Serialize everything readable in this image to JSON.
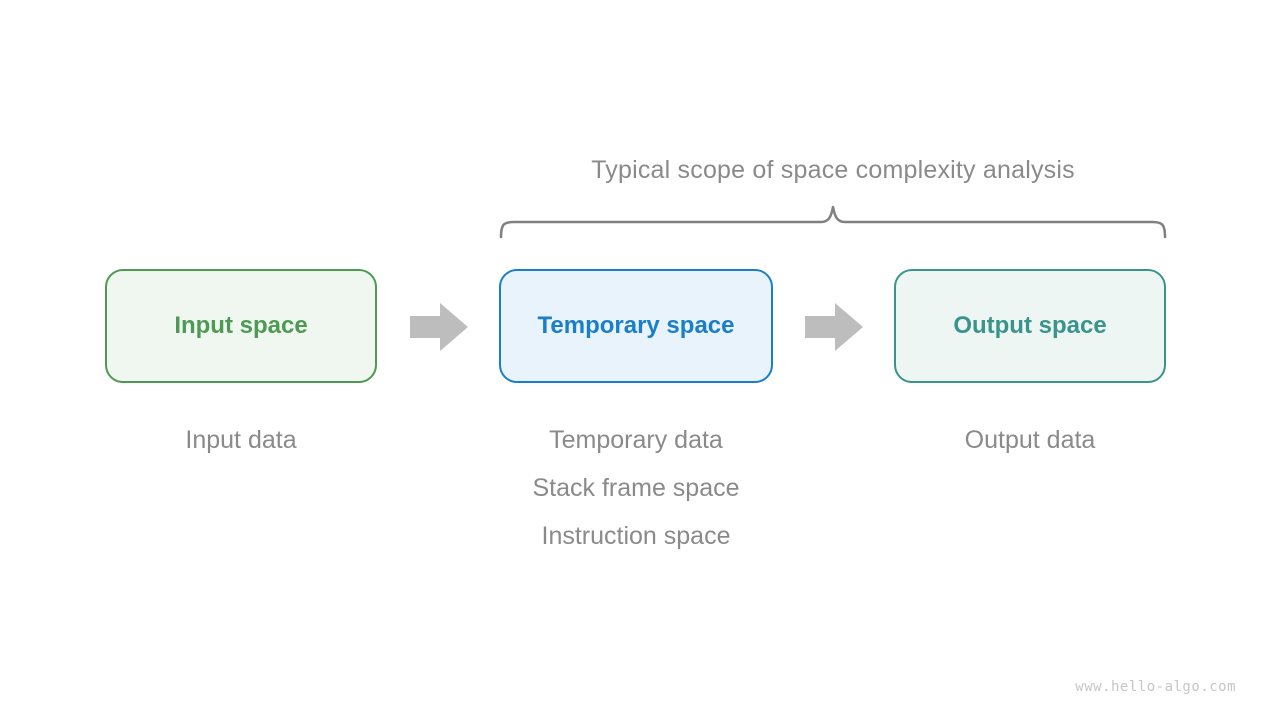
{
  "title": "Typical scope of space complexity analysis",
  "boxes": [
    {
      "id": "input",
      "label": "Input space",
      "border_color": "#4e9a55",
      "fill_color": "#f0f7f0",
      "text_color": "#4e9a55"
    },
    {
      "id": "temporary",
      "label": "Temporary space",
      "border_color": "#1b7ec9",
      "fill_color": "#e9f3fb",
      "text_color": "#1b7ec9"
    },
    {
      "id": "output",
      "label": "Output space",
      "border_color": "#3a948b",
      "fill_color": "#edf6f3",
      "text_color": "#3a948b"
    }
  ],
  "captions": {
    "input": {
      "line1": "Input data"
    },
    "temporary": {
      "line1": "Temporary data",
      "line2": "Stack frame space",
      "line3": "Instruction space"
    },
    "output": {
      "line1": "Output data"
    }
  },
  "watermark": "www.hello-algo.com",
  "colors": {
    "gray_text": "#8a8a8a",
    "brace_stroke": "#808080",
    "arrow_fill": "#bdbdbd",
    "watermark_color": "#c6c6c6",
    "background": "#ffffff"
  }
}
